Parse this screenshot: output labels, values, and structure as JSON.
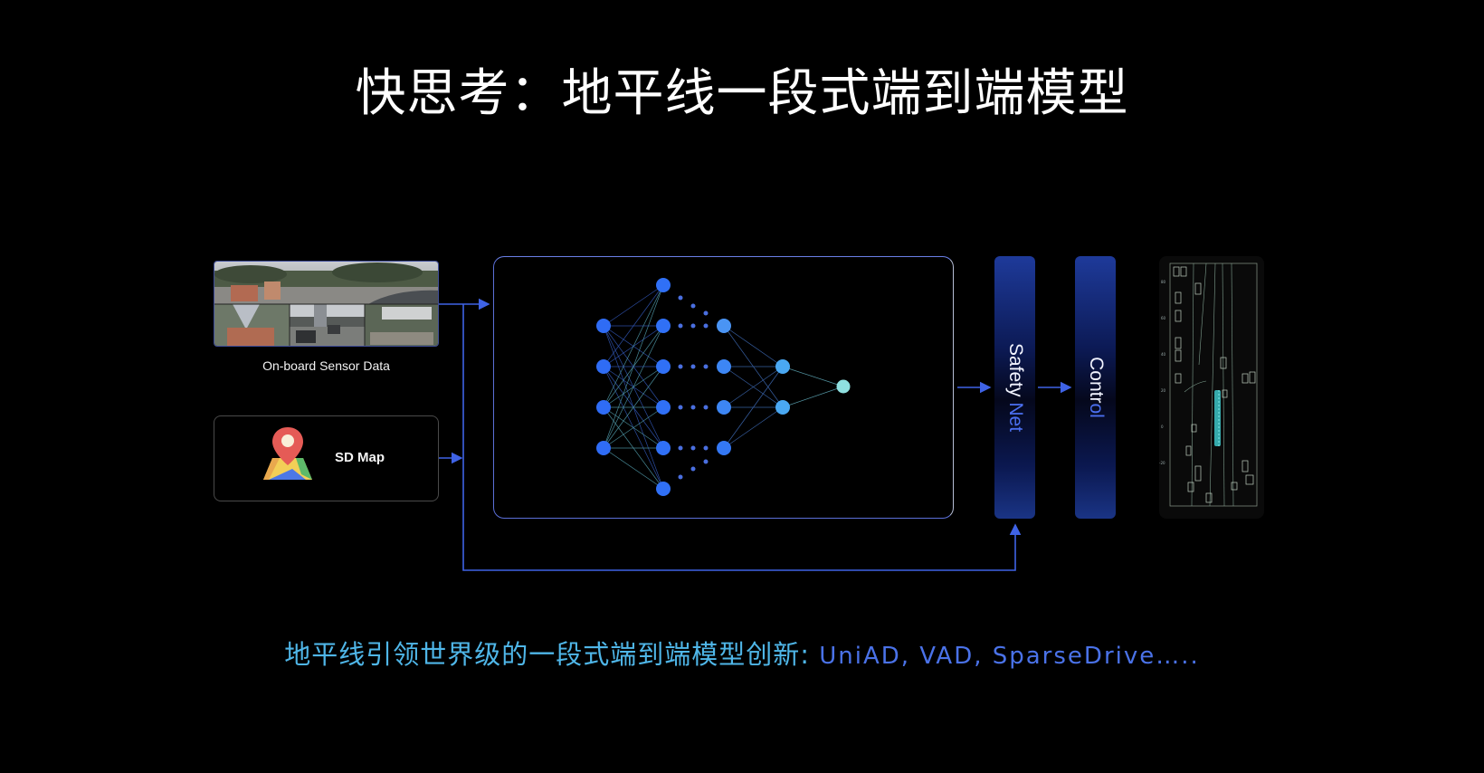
{
  "title": "快思考：地平线一段式端到端模型",
  "inputs": {
    "sensor": {
      "label": "On-board Sensor Data",
      "image_description": "multi-camera street view mosaic (1 wide front view + 3 side views)"
    },
    "map": {
      "label": "SD Map",
      "icon": "map-pin-icon"
    }
  },
  "model": {
    "type": "neural-network",
    "layers": [
      {
        "name": "input",
        "nodes": 4,
        "color": "#2f6cf5"
      },
      {
        "name": "hidden-1",
        "nodes": 6,
        "color": "#3070f6"
      },
      {
        "name": "hidden-2",
        "nodes": 4,
        "color": "#3d86f4"
      },
      {
        "name": "hidden-3",
        "nodes": 2,
        "color": "#4aa8f2"
      },
      {
        "name": "output",
        "nodes": 1,
        "color": "#8fe0e0"
      }
    ]
  },
  "stages": {
    "safety_net": {
      "label_white": "Safety ",
      "label_blue": "Net"
    },
    "control": {
      "label_white": "Contr",
      "label_blue": "ol"
    }
  },
  "output": {
    "image_description": "bird's-eye-view planning visualization with vehicle boxes and predicted trajectory"
  },
  "caption": {
    "cn": "地平线引领世界级的一段式端到端模型创新: ",
    "en": "UniAD, VAD, SparseDrive….."
  },
  "colors": {
    "background": "#000000",
    "accent_blue": "#3f63e6",
    "caption_cyan": "#4fb6e8",
    "caption_blue": "#4a72e8",
    "bar_top": "#1e3a9a"
  }
}
